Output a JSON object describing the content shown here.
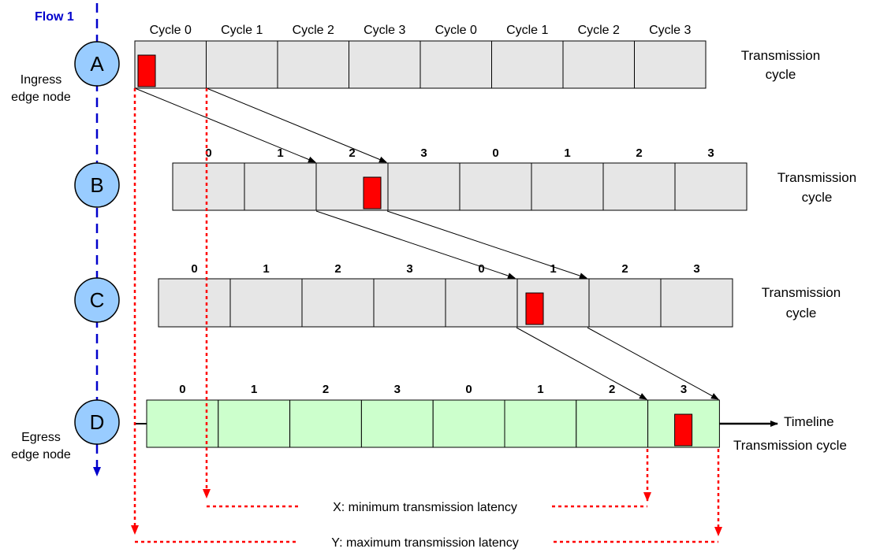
{
  "flow_label": "Flow 1",
  "nodes": [
    {
      "letter": "A",
      "side_label_lines": [
        "Ingress",
        "edge node"
      ]
    },
    {
      "letter": "B",
      "side_label_lines": []
    },
    {
      "letter": "C",
      "side_label_lines": []
    },
    {
      "letter": "D",
      "side_label_lines": [
        "Egress",
        "edge node"
      ]
    }
  ],
  "rows": [
    {
      "node": "A",
      "cycle_labels": [
        "Cycle 0",
        "Cycle 1",
        "Cycle 2",
        "Cycle 3",
        "Cycle 0",
        "Cycle 1",
        "Cycle 2",
        "Cycle 3"
      ],
      "right_label_lines": [
        "Transmission",
        "cycle"
      ],
      "packet_cell": 0,
      "fill": "#e6e6e6"
    },
    {
      "node": "B",
      "cycle_labels": [
        "0",
        "1",
        "2",
        "3",
        "0",
        "1",
        "2",
        "3"
      ],
      "right_label_lines": [
        "Transmission",
        "cycle"
      ],
      "packet_cell": 2,
      "fill": "#e6e6e6"
    },
    {
      "node": "C",
      "cycle_labels": [
        "0",
        "1",
        "2",
        "3",
        "0",
        "1",
        "2",
        "3"
      ],
      "right_label_lines": [
        "Transmission",
        "cycle"
      ],
      "packet_cell": 5,
      "fill": "#e6e6e6"
    },
    {
      "node": "D",
      "cycle_labels": [
        "0",
        "1",
        "2",
        "3",
        "0",
        "1",
        "2",
        "3"
      ],
      "right_label_lines": [
        "Timeline",
        "Transmission cycle"
      ],
      "packet_cell": 7,
      "fill": "#ccffcc"
    }
  ],
  "latency": {
    "min_label": "X: minimum transmission latency",
    "max_label": "Y: maximum transmission latency"
  },
  "colors": {
    "node_fill": "#99ccff",
    "packet": "#ff0000",
    "flow_line": "#0000cc",
    "latency_line": "#ff0000"
  }
}
